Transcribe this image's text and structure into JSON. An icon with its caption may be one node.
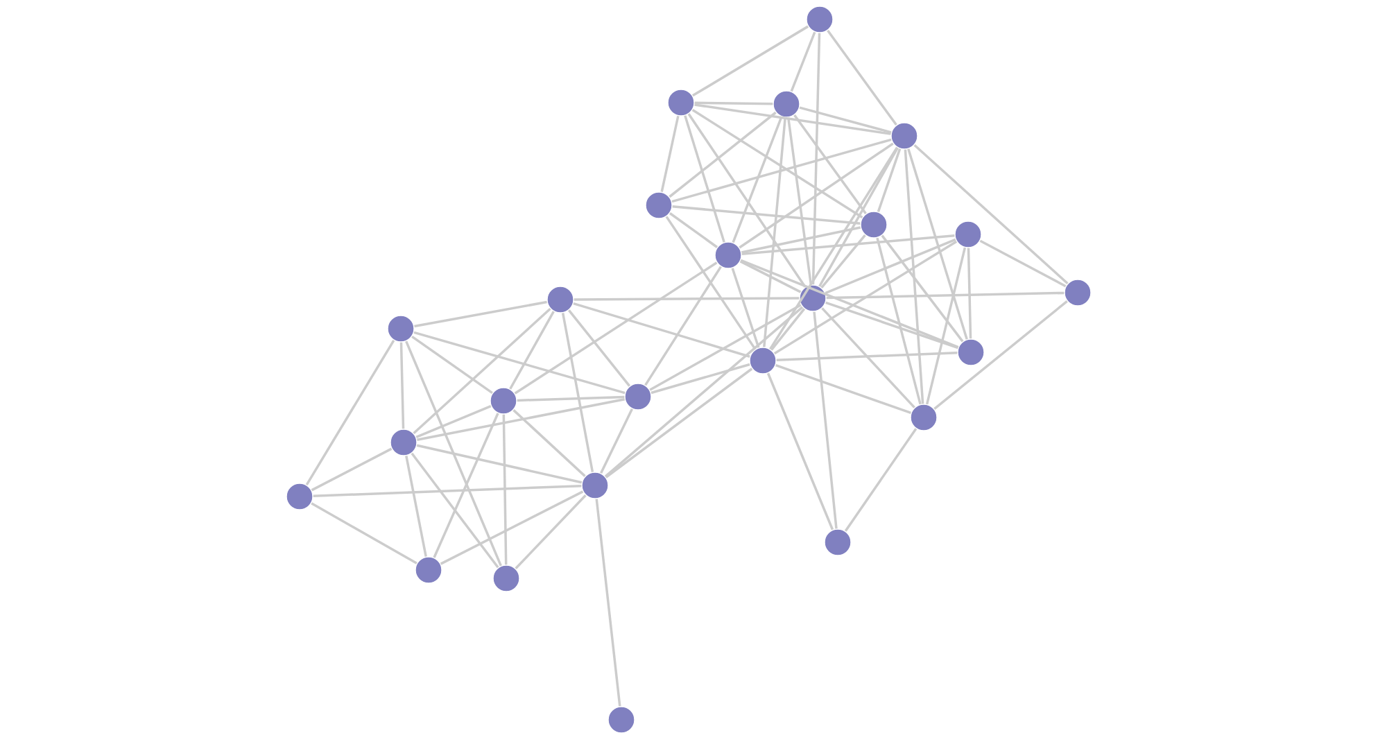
{
  "diagram": {
    "nodes": [
      {
        "text": [],
        "shape": "circle"
      },
      {
        "text": [],
        "shape": "circle"
      },
      {
        "text": [],
        "shape": "circle"
      },
      {
        "text": [],
        "shape": "circle"
      },
      {
        "text": [],
        "shape": "circle"
      },
      {
        "text": [],
        "shape": "circle"
      },
      {
        "text": [],
        "shape": "circle"
      },
      {
        "text": [],
        "shape": "circle"
      },
      {
        "text": [],
        "shape": "circle"
      },
      {
        "text": [],
        "shape": "circle"
      },
      {
        "text": [],
        "shape": "circle"
      },
      {
        "text": [],
        "shape": "circle"
      },
      {
        "text": [],
        "shape": "circle"
      },
      {
        "text": [],
        "shape": "circle"
      },
      {
        "text": [],
        "shape": "circle"
      },
      {
        "text": [],
        "shape": "circle"
      },
      {
        "text": [],
        "shape": "circle"
      },
      {
        "text": [],
        "shape": "circle"
      },
      {
        "text": [],
        "shape": "circle"
      },
      {
        "text": [],
        "shape": "circle"
      },
      {
        "text": [],
        "shape": "circle"
      },
      {
        "text": [],
        "shape": "circle"
      },
      {
        "text": [],
        "shape": "circle"
      },
      {
        "text": [],
        "shape": "circle"
      }
    ],
    "edges": [
      {
        "from": 0,
        "to": 1,
        "arrow": "none"
      },
      {
        "from": 0,
        "to": 2,
        "arrow": "none"
      },
      {
        "from": 0,
        "to": 3,
        "arrow": "none"
      },
      {
        "from": 0,
        "to": 8,
        "arrow": "none"
      },
      {
        "from": 1,
        "to": 2,
        "arrow": "none"
      },
      {
        "from": 1,
        "to": 3,
        "arrow": "none"
      },
      {
        "from": 1,
        "to": 4,
        "arrow": "none"
      },
      {
        "from": 1,
        "to": 5,
        "arrow": "none"
      },
      {
        "from": 1,
        "to": 7,
        "arrow": "none"
      },
      {
        "from": 1,
        "to": 8,
        "arrow": "none"
      },
      {
        "from": 2,
        "to": 3,
        "arrow": "none"
      },
      {
        "from": 2,
        "to": 4,
        "arrow": "none"
      },
      {
        "from": 2,
        "to": 7,
        "arrow": "none"
      },
      {
        "from": 2,
        "to": 8,
        "arrow": "none"
      },
      {
        "from": 2,
        "to": 13,
        "arrow": "none"
      },
      {
        "from": 2,
        "to": 5,
        "arrow": "none"
      },
      {
        "from": 3,
        "to": 4,
        "arrow": "none"
      },
      {
        "from": 3,
        "to": 7,
        "arrow": "none"
      },
      {
        "from": 3,
        "to": 8,
        "arrow": "none"
      },
      {
        "from": 3,
        "to": 5,
        "arrow": "none"
      },
      {
        "from": 3,
        "to": 17,
        "arrow": "none"
      },
      {
        "from": 3,
        "to": 9,
        "arrow": "none"
      },
      {
        "from": 3,
        "to": 13,
        "arrow": "none"
      },
      {
        "from": 3,
        "to": 12,
        "arrow": "none"
      },
      {
        "from": 4,
        "to": 5,
        "arrow": "none"
      },
      {
        "from": 4,
        "to": 7,
        "arrow": "none"
      },
      {
        "from": 4,
        "to": 13,
        "arrow": "none"
      },
      {
        "from": 5,
        "to": 7,
        "arrow": "none"
      },
      {
        "from": 5,
        "to": 8,
        "arrow": "none"
      },
      {
        "from": 5,
        "to": 17,
        "arrow": "none"
      },
      {
        "from": 5,
        "to": 12,
        "arrow": "none"
      },
      {
        "from": 6,
        "to": 7,
        "arrow": "none"
      },
      {
        "from": 6,
        "to": 8,
        "arrow": "none"
      },
      {
        "from": 6,
        "to": 9,
        "arrow": "none"
      },
      {
        "from": 6,
        "to": 12,
        "arrow": "none"
      },
      {
        "from": 6,
        "to": 13,
        "arrow": "none"
      },
      {
        "from": 6,
        "to": 17,
        "arrow": "none"
      },
      {
        "from": 7,
        "to": 8,
        "arrow": "none"
      },
      {
        "from": 7,
        "to": 13,
        "arrow": "none"
      },
      {
        "from": 7,
        "to": 14,
        "arrow": "none"
      },
      {
        "from": 7,
        "to": 15,
        "arrow": "none"
      },
      {
        "from": 7,
        "to": 12,
        "arrow": "none"
      },
      {
        "from": 8,
        "to": 9,
        "arrow": "none"
      },
      {
        "from": 8,
        "to": 10,
        "arrow": "none"
      },
      {
        "from": 8,
        "to": 12,
        "arrow": "none"
      },
      {
        "from": 8,
        "to": 13,
        "arrow": "none"
      },
      {
        "from": 8,
        "to": 14,
        "arrow": "none"
      },
      {
        "from": 8,
        "to": 17,
        "arrow": "none"
      },
      {
        "from": 8,
        "to": 18,
        "arrow": "none"
      },
      {
        "from": 8,
        "to": 20,
        "arrow": "none"
      },
      {
        "from": 9,
        "to": 17,
        "arrow": "none"
      },
      {
        "from": 10,
        "to": 11,
        "arrow": "none"
      },
      {
        "from": 10,
        "to": 13,
        "arrow": "none"
      },
      {
        "from": 10,
        "to": 14,
        "arrow": "none"
      },
      {
        "from": 10,
        "to": 15,
        "arrow": "none"
      },
      {
        "from": 10,
        "to": 18,
        "arrow": "none"
      },
      {
        "from": 10,
        "to": 16,
        "arrow": "none"
      },
      {
        "from": 11,
        "to": 15,
        "arrow": "none"
      },
      {
        "from": 11,
        "to": 16,
        "arrow": "none"
      },
      {
        "from": 11,
        "to": 19,
        "arrow": "none"
      },
      {
        "from": 11,
        "to": 14,
        "arrow": "none"
      },
      {
        "from": 11,
        "to": 22,
        "arrow": "none"
      },
      {
        "from": 12,
        "to": 13,
        "arrow": "none"
      },
      {
        "from": 13,
        "to": 14,
        "arrow": "none"
      },
      {
        "from": 13,
        "to": 17,
        "arrow": "none"
      },
      {
        "from": 13,
        "to": 20,
        "arrow": "none"
      },
      {
        "from": 14,
        "to": 15,
        "arrow": "none"
      },
      {
        "from": 14,
        "to": 16,
        "arrow": "none"
      },
      {
        "from": 14,
        "to": 18,
        "arrow": "none"
      },
      {
        "from": 15,
        "to": 16,
        "arrow": "none"
      },
      {
        "from": 15,
        "to": 18,
        "arrow": "none"
      },
      {
        "from": 15,
        "to": 21,
        "arrow": "none"
      },
      {
        "from": 15,
        "to": 22,
        "arrow": "none"
      },
      {
        "from": 16,
        "to": 19,
        "arrow": "none"
      },
      {
        "from": 16,
        "to": 18,
        "arrow": "none"
      },
      {
        "from": 16,
        "to": 21,
        "arrow": "none"
      },
      {
        "from": 16,
        "to": 22,
        "arrow": "none"
      },
      {
        "from": 17,
        "to": 20,
        "arrow": "none"
      },
      {
        "from": 18,
        "to": 19,
        "arrow": "none"
      },
      {
        "from": 18,
        "to": 21,
        "arrow": "none"
      },
      {
        "from": 18,
        "to": 22,
        "arrow": "none"
      },
      {
        "from": 18,
        "to": 23,
        "arrow": "none"
      },
      {
        "from": 18,
        "to": 13,
        "arrow": "none"
      },
      {
        "from": 19,
        "to": 21,
        "arrow": "none"
      }
    ]
  }
}
